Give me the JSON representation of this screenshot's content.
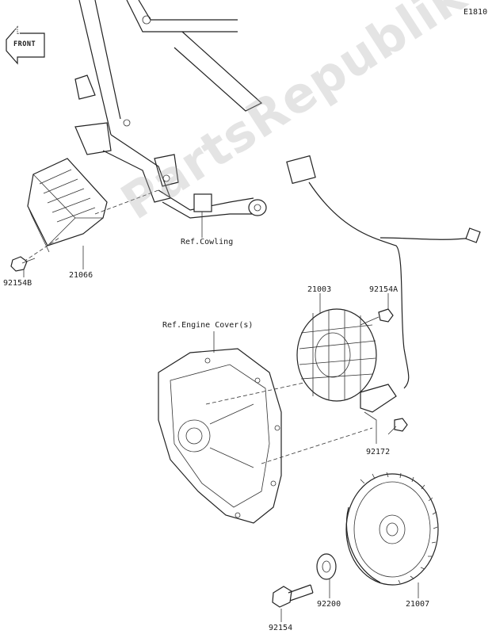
{
  "diagram_code": "E1810",
  "front_label": "FRONT",
  "watermark": "PartsRepublik",
  "refs": {
    "cowling": "Ref.Cowling",
    "engine_cover": "Ref.Engine Cover(s)"
  },
  "parts": {
    "regulator": "21066",
    "regulator_bolt": "92154B",
    "stator": "21003",
    "stator_bolt": "92154A",
    "clamp_bolt": "92172",
    "rotor": "21007",
    "washer": "92200",
    "rotor_bolt": "92154"
  }
}
